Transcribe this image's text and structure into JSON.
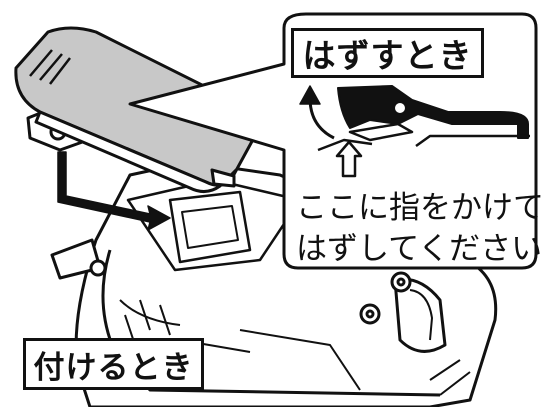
{
  "callout": {
    "title": "はずすとき",
    "instruction_line1": "ここに指をかけて",
    "instruction_line2": "はずしてください"
  },
  "attach_label": "付けるとき"
}
